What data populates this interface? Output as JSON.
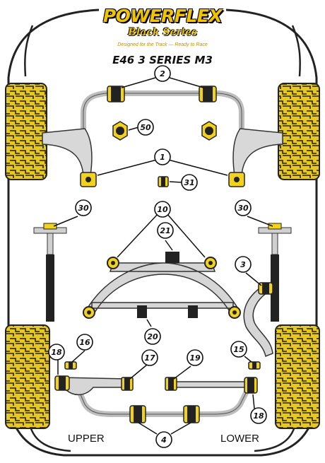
{
  "brand": {
    "logo_text": "POWERFLEX",
    "series_text": "Black Series",
    "tagline": "Designed for the Track — Ready to Race"
  },
  "model": "E46 3 SERIES M3",
  "section_labels": {
    "upper": "UPPER",
    "lower": "LOWER"
  },
  "part_numbers": {
    "p2": "2",
    "p50": "50",
    "p1": "1",
    "p31": "31",
    "p30_left": "30",
    "p30_right": "30",
    "p10": "10",
    "p21": "21",
    "p3": "3",
    "p20": "20",
    "p18_left": "18",
    "p16": "16",
    "p17": "17",
    "p19": "19",
    "p15": "15",
    "p18_right": "18",
    "p4": "4"
  },
  "colors": {
    "bush_yellow": "#f2d21a",
    "tyre_yellow": "#e8c81e",
    "metal_grey": "#cfcfcf",
    "outline": "#111111"
  }
}
